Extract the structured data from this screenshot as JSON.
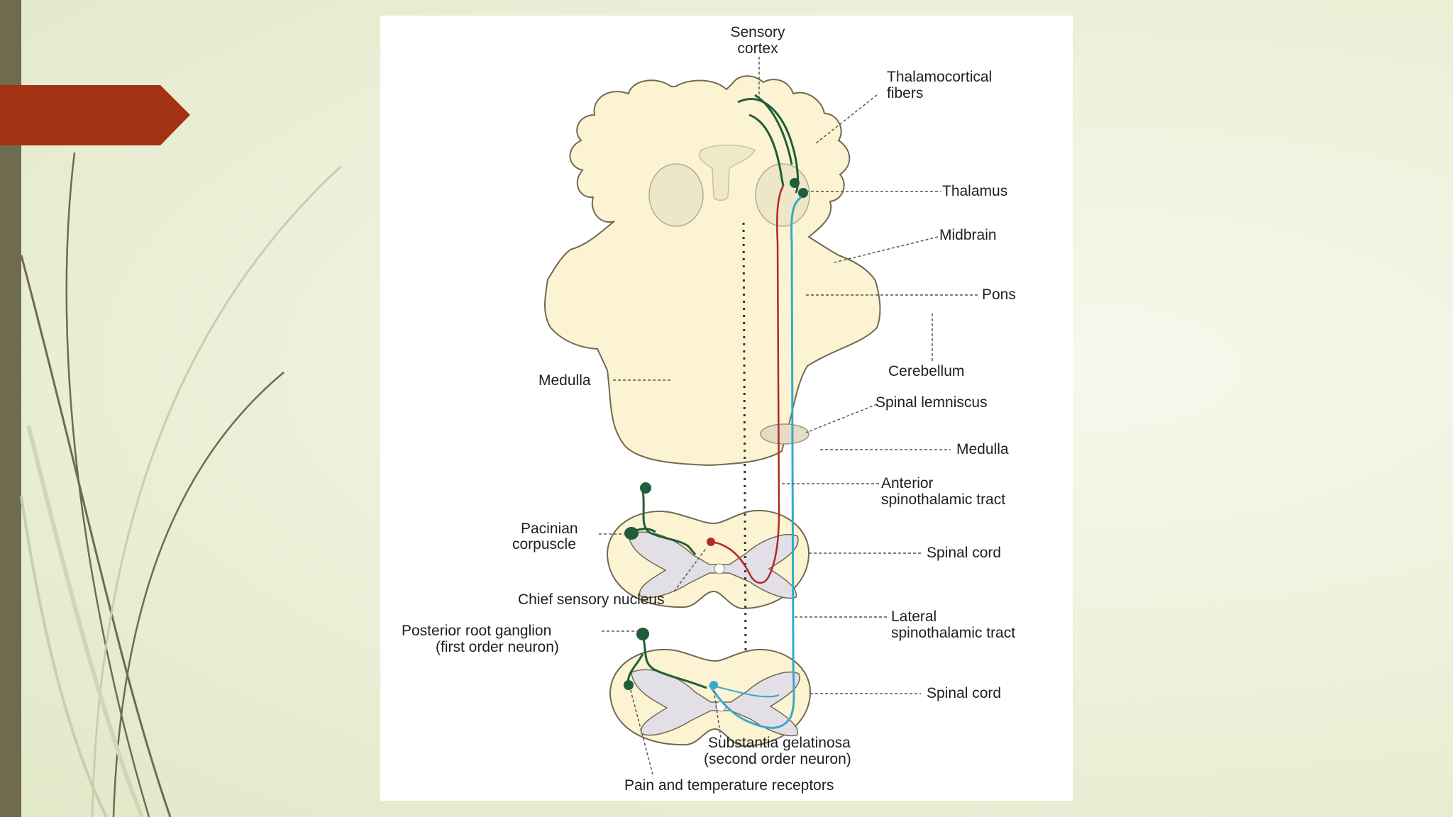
{
  "slide": {
    "accent_color": "#a33214",
    "sidebar_color": "#6f6b4e",
    "background_color": "#eef2dc"
  },
  "diagram": {
    "colors": {
      "brain_fill": "#fbf3d2",
      "pathway_dorsal": "#1f5e3a",
      "pathway_anterior": "#b12a24",
      "pathway_lateral": "#3aa8c9"
    },
    "labels": {
      "sensory_cortex_1": "Sensory",
      "sensory_cortex_2": "cortex",
      "thalamocortical_1": "Thalamocortical",
      "thalamocortical_2": "fibers",
      "thalamus": "Thalamus",
      "midbrain": "Midbrain",
      "pons": "Pons",
      "cerebellum": "Cerebellum",
      "medulla_left": "Medulla",
      "spinal_lemniscus": "Spinal lemniscus",
      "medulla_right": "Medulla",
      "anterior_tract_1": "Anterior",
      "anterior_tract_2": "spinothalamic tract",
      "pacinian_1": "Pacinian",
      "pacinian_2": "corpuscle",
      "spinal_cord_upper": "Spinal cord",
      "chief_sensory": "Chief sensory nucleus",
      "posterior_root_1": "Posterior root ganglion",
      "posterior_root_2": "(first order neuron)",
      "lateral_tract_1": "Lateral",
      "lateral_tract_2": "spinothalamic tract",
      "spinal_cord_lower": "Spinal cord",
      "substantia_1": "Substantia gelatinosa",
      "substantia_2": "(second order neuron)",
      "pain_receptors": "Pain and temperature receptors"
    }
  }
}
